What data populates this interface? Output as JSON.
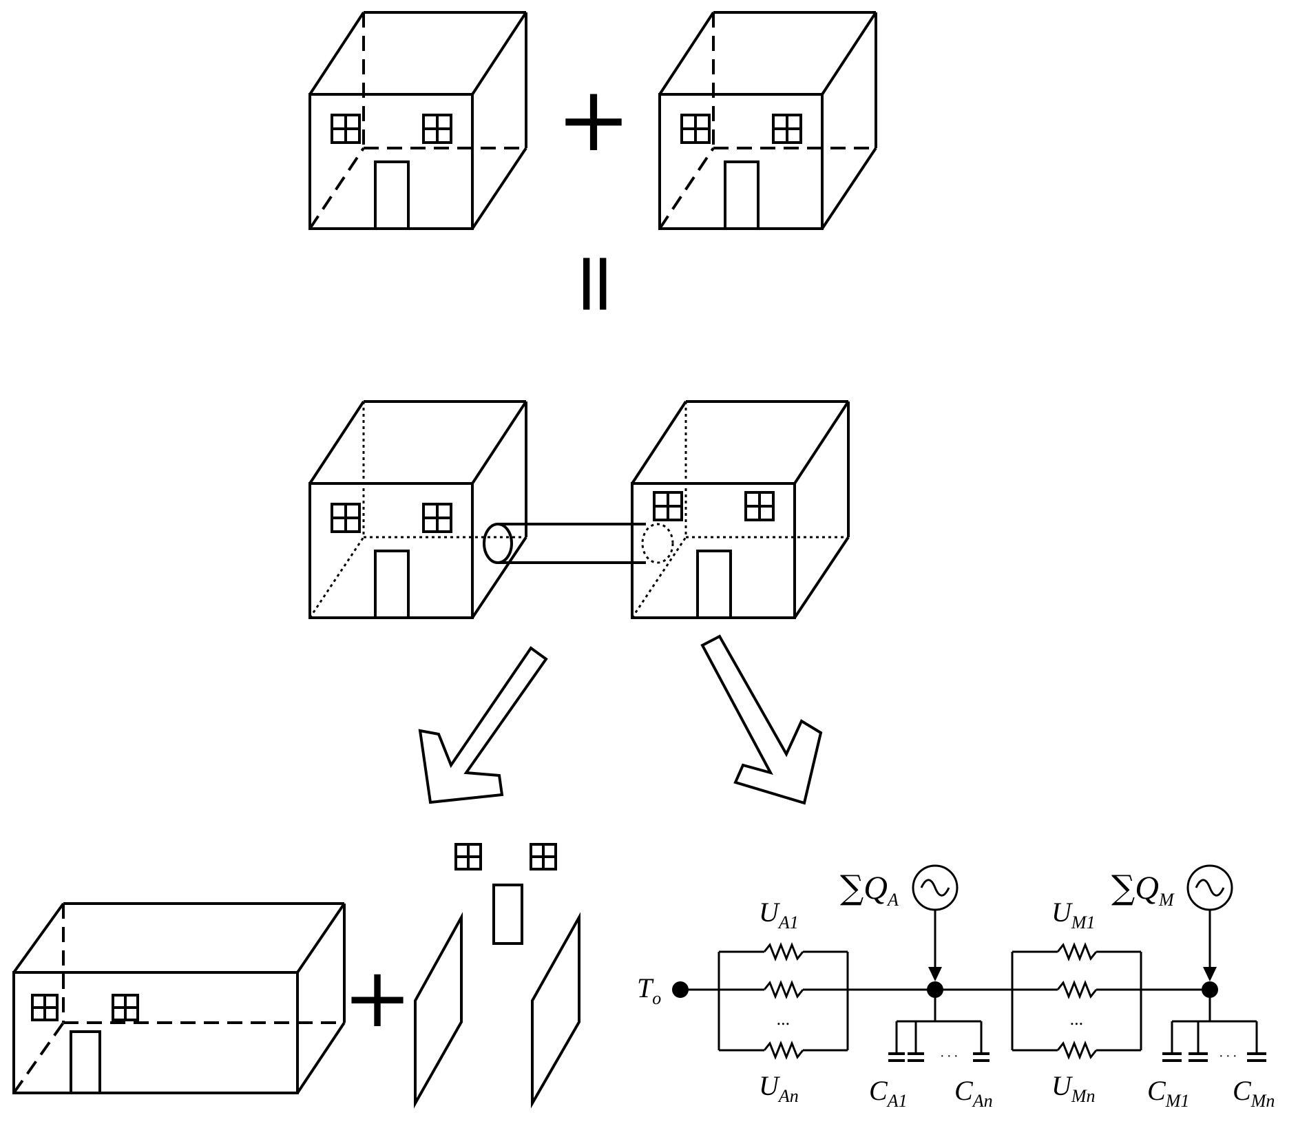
{
  "operators": {
    "plus": "+",
    "equals": "="
  },
  "circuit": {
    "outdoor_temp": {
      "main": "T",
      "sub": "o"
    },
    "heat_source_a": {
      "sum": "∑",
      "main": "Q",
      "sub": "A"
    },
    "heat_source_m": {
      "sum": "∑",
      "main": "Q",
      "sub": "M"
    },
    "ua1": {
      "main": "U",
      "sub": "A1"
    },
    "uan": {
      "main": "U",
      "sub": "An"
    },
    "um1": {
      "main": "U",
      "sub": "M1"
    },
    "umn": {
      "main": "U",
      "sub": "Mn"
    },
    "ca1": {
      "main": "C",
      "sub": "A1"
    },
    "can": {
      "main": "C",
      "sub": "An"
    },
    "cm1": {
      "main": "C",
      "sub": "M1"
    },
    "cmn": {
      "main": "C",
      "sub": "Mn"
    },
    "ellipsis_vertical": "...",
    "ellipsis_horizontal": "· · ·"
  }
}
